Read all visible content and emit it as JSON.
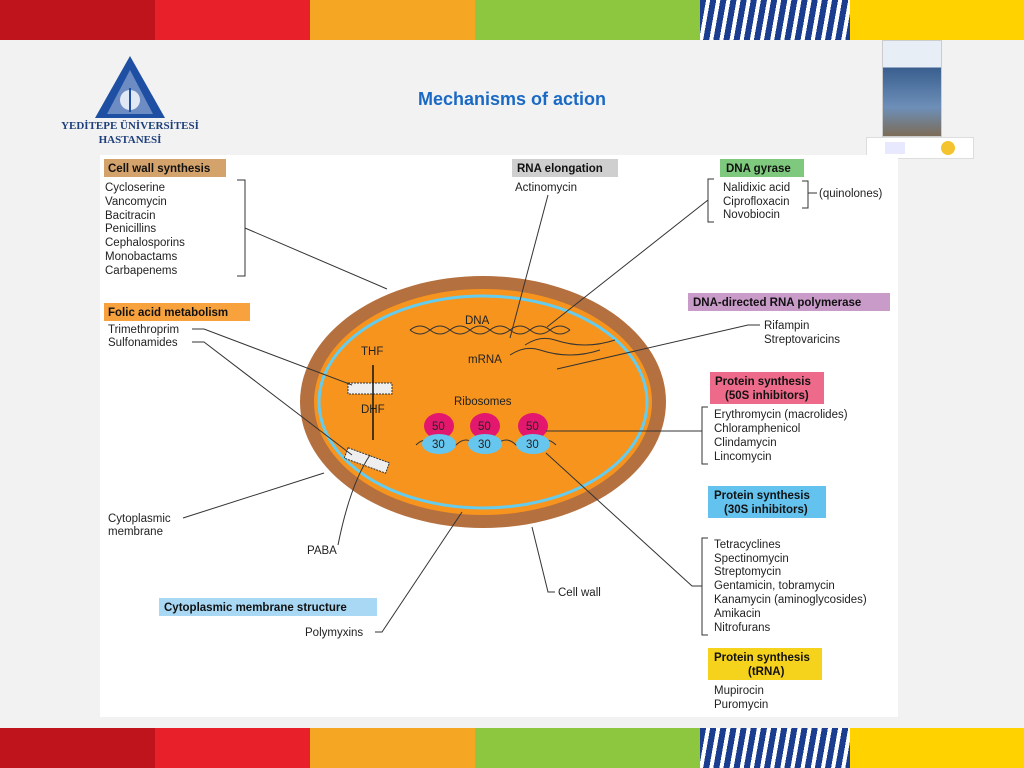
{
  "title": "Mechanisms of action",
  "logo": {
    "name_line1": "YEDİTEPE ÜNİVERSİTESİ",
    "name_line2": "HASTANESİ"
  },
  "colors": {
    "title": "#1a69c4",
    "cell_wall_box": "#d4a36c",
    "rna_box": "#cfcfcf",
    "gyrase_box": "#7fc97f",
    "folic_box": "#f7a23c",
    "rnapol_box": "#c99bc9",
    "p50_box": "#ee6a8a",
    "p30_box": "#63c3ee",
    "tRNA_box": "#f5d21b",
    "cytomem_box": "#a9d8f5",
    "cell_fill": "#f7941d",
    "cell_wall": "#b5703f",
    "membrane": "#66ccee",
    "ribo_50": "#e2176d",
    "ribo_30": "#66c6ee"
  },
  "groups": {
    "cell_wall": {
      "header": "Cell wall synthesis",
      "items": [
        "Cycloserine",
        "Vancomycin",
        "Bacitracin",
        "Penicillins",
        "Cephalosporins",
        "Monobactams",
        "Carbapenems"
      ]
    },
    "rna_elongation": {
      "header": "RNA elongation",
      "items": [
        "Actinomycin"
      ]
    },
    "dna_gyrase": {
      "header": "DNA gyrase",
      "items": [
        "Nalidixic acid",
        "Ciprofloxacin",
        "Novobiocin"
      ],
      "note": "(quinolones)"
    },
    "folic": {
      "header": "Folic acid metabolism",
      "items": [
        "Trimethroprim",
        "Sulfonamides"
      ]
    },
    "rna_pol": {
      "header": "DNA-directed RNA polymerase",
      "items": [
        "Rifampin",
        "Streptovaricins"
      ]
    },
    "p50": {
      "header_line1": "Protein synthesis",
      "header_line2": "(50S inhibitors)",
      "items": [
        "Erythromycin (macrolides)",
        "Chloramphenicol",
        "Clindamycin",
        "Lincomycin"
      ]
    },
    "p30": {
      "header_line1": "Protein synthesis",
      "header_line2": "(30S inhibitors)",
      "items": [
        "Tetracyclines",
        "Spectinomycin",
        "Streptomycin",
        "Gentamicin, tobramycin",
        "Kanamycin (aminoglycosides)",
        "Amikacin",
        "Nitrofurans"
      ]
    },
    "tRNA": {
      "header_line1": "Protein synthesis",
      "header_line2": "(tRNA)",
      "items": [
        "Mupirocin",
        "Puromycin"
      ]
    },
    "cytomem": {
      "header": "Cytoplasmic membrane structure",
      "items": [
        "Polymyxins"
      ]
    }
  },
  "cell": {
    "dna": "DNA",
    "mrna": "mRNA",
    "thf": "THF",
    "dhf": "DHF",
    "ribosomes": "Ribosomes",
    "ribo_large": "50",
    "ribo_small": "30",
    "paba": "PABA",
    "cytomem_label_line1": "Cytoplasmic",
    "cytomem_label_line2": "membrane",
    "cell_wall_label": "Cell wall"
  }
}
